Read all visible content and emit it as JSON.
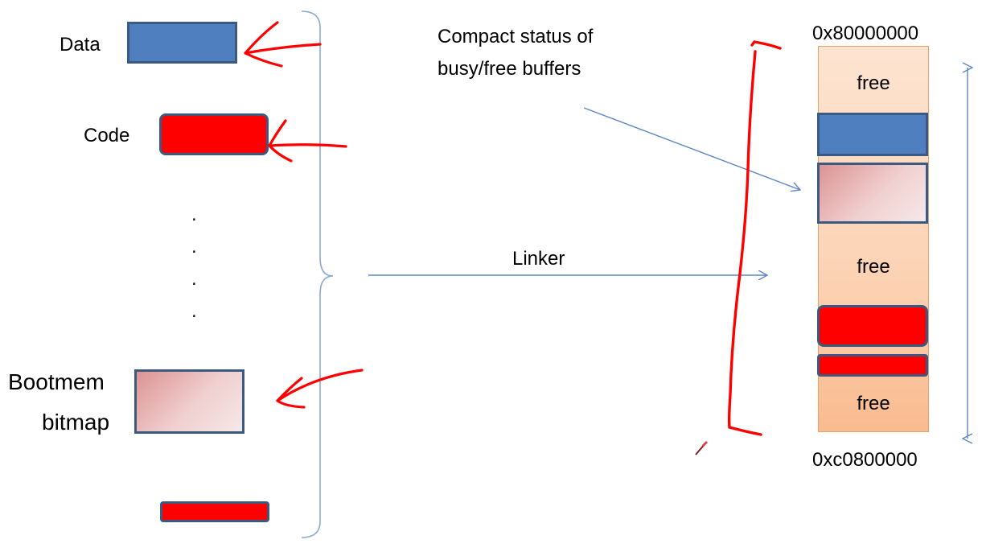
{
  "left_labels": {
    "data": "Data",
    "code": "Code",
    "bootmem_line1": "Bootmem",
    "bootmem_line2": "bitmap"
  },
  "ellipsis_dots": [
    ".",
    ".",
    ".",
    "."
  ],
  "annotation": {
    "line1": "Compact status of",
    "line2": "busy/free buffers"
  },
  "linker_label": "Linker",
  "memory": {
    "top_address": "0x80000000",
    "bottom_address": "0xc0800000",
    "free_label_1": "free",
    "free_label_2": "free",
    "free_label_3": "free"
  },
  "colors": {
    "data_blue": "#4f7fbf",
    "code_red": "#ff0000",
    "bitmap_pink": "#e8b4b4",
    "memory_orange": "#fcd2b4",
    "pen_red": "#ff0000",
    "line_blue": "#5b86c0"
  }
}
